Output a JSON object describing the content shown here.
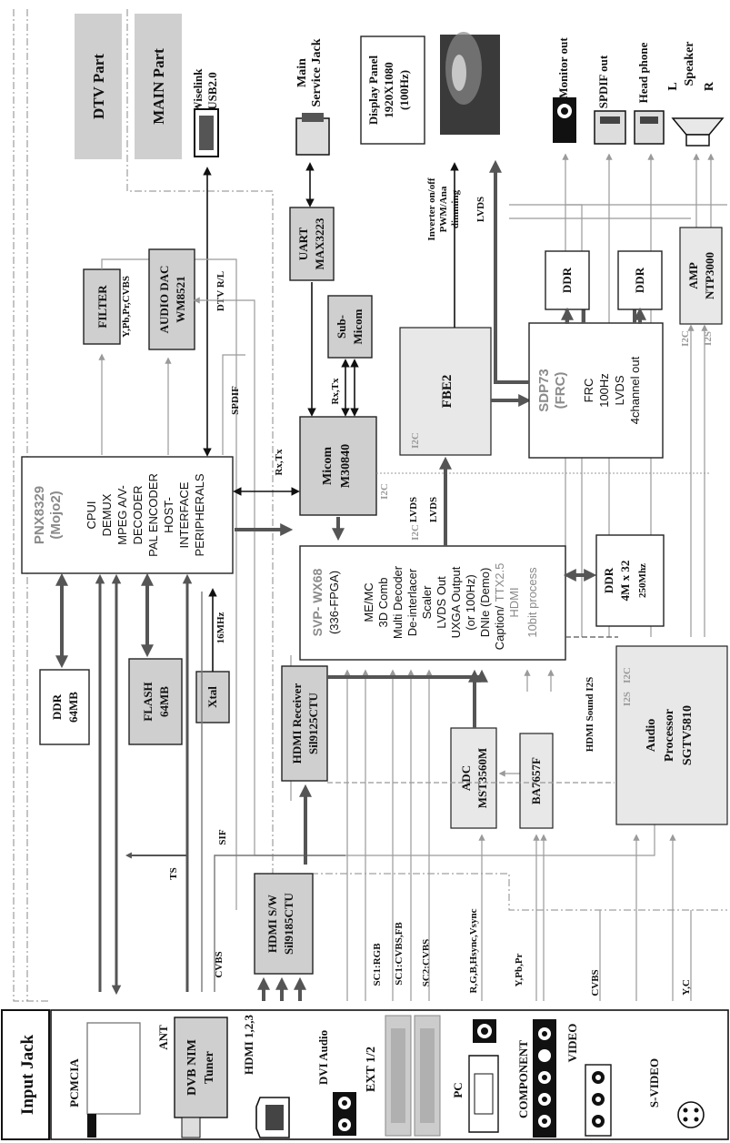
{
  "blocks": {
    "dtv_part": "DTV Part",
    "main_part": "MAIN Part",
    "wiselink": [
      "Wiselink",
      "USB2.0"
    ],
    "main_service_jack": [
      "Main",
      "Service Jack"
    ],
    "display_panel": [
      "Display Panel",
      "1920X1080",
      "(100Hz)"
    ],
    "monitor_out": "Monitor out",
    "spdif_out": "SPDIF out",
    "head_phone": "Head phone",
    "speaker": [
      "L",
      "Speaker",
      "R"
    ],
    "filter": "FILTER",
    "audio_dac": [
      "AUDIO DAC",
      "WM8521"
    ],
    "uart": [
      "UART",
      "MAX3223"
    ],
    "sub_micom": [
      "Sub-",
      "Micom"
    ],
    "fbe2": "FBE2",
    "sdp73_title": [
      "SDP73",
      "(FRC)"
    ],
    "sdp73_lines": [
      "FRC",
      "100Hz",
      "LVDS",
      "4channel out"
    ],
    "ddr_small": "DDR",
    "amp": [
      "AMP",
      "NTP3000"
    ],
    "pnx_title": [
      "PNX8329",
      "(Mojo2)"
    ],
    "pnx_lines": [
      "CPUI",
      "DEMUX",
      "MPEG A/V-",
      "DECODER",
      "PAL ENCODER",
      "HOST-",
      "INTERFACE",
      "PERIPHERALS"
    ],
    "micom": [
      "Micom",
      "M30840"
    ],
    "svp_title": [
      "SVP- WX68",
      "(336-FPGA)"
    ],
    "svp_lines": [
      "ME/MC",
      "3D Comb",
      "Multi Decoder",
      "De-interlacer",
      "Scaler",
      "LVDS Out",
      "UXGA Output",
      "(or 100Hz)",
      "DNIe (Demo)"
    ],
    "svp_caption_a": "Caption/",
    "svp_caption_b": "TTX2.5",
    "svp_hdmi": "HDMI",
    "svp_10bit": "10bit process",
    "ddr_svp": [
      "DDR",
      "4M x 32",
      "250Mhz"
    ],
    "ddr_64": [
      "DDR",
      "64MB"
    ],
    "flash_64": [
      "FLASH",
      "64MB"
    ],
    "xtal": "Xtal",
    "hdmi_receiver": [
      "HDMI Receiver",
      "Sil9125CTU"
    ],
    "adc": [
      "ADC",
      "MST3560M"
    ],
    "ba7657f": "BA7657F",
    "audio_processor": [
      "Audio",
      "Processor",
      "SGTV5810"
    ],
    "hdmi_sw": [
      "HDMI S/W",
      "Sil9185CTU"
    ],
    "input_jack": "Input Jack",
    "pcmcia": "PCMCIA",
    "ant": "ANT",
    "dvb_tuner": [
      "DVB NIM",
      "Tuner"
    ],
    "hdmi_123": "HDMI 1,2,3",
    "dvi_audio": "DVI Audio",
    "ext12": "EXT 1/2",
    "pc": "PC",
    "component": "COMPONENT",
    "video": "VIDEO",
    "svideo": "S-VIDEO"
  },
  "signals": {
    "ypbpr_cvbs": "Y,Pb,Pr,CVBS",
    "dtv_rl": "DTV R/L",
    "spdif": "SPDIF",
    "rx_tx_a": "Rx,Tx",
    "rx_tx_b": "Rx,Tx",
    "i2c": "I2C",
    "i2s": "I2S",
    "inverter": [
      "Inverter on/off",
      "PWM/Ana",
      "dimming"
    ],
    "lvds": "LVDS",
    "xtal_freq": "16MHz",
    "hdmi_sound": "HDMI Sound I2S",
    "ts": "TS",
    "sif": "SIF",
    "cvbs": "CVBS",
    "sc1_rgb": "SC1:RGB",
    "sc1_cvbs_fb": "SC1:CVBS,FB",
    "sc2_cvbs": "SC2:CVBS",
    "rgb_hsync": "R,G,B,Hsync,Vsync",
    "y_pb_pr": "Y,Pb,Pr",
    "y_c": "Y,C"
  }
}
